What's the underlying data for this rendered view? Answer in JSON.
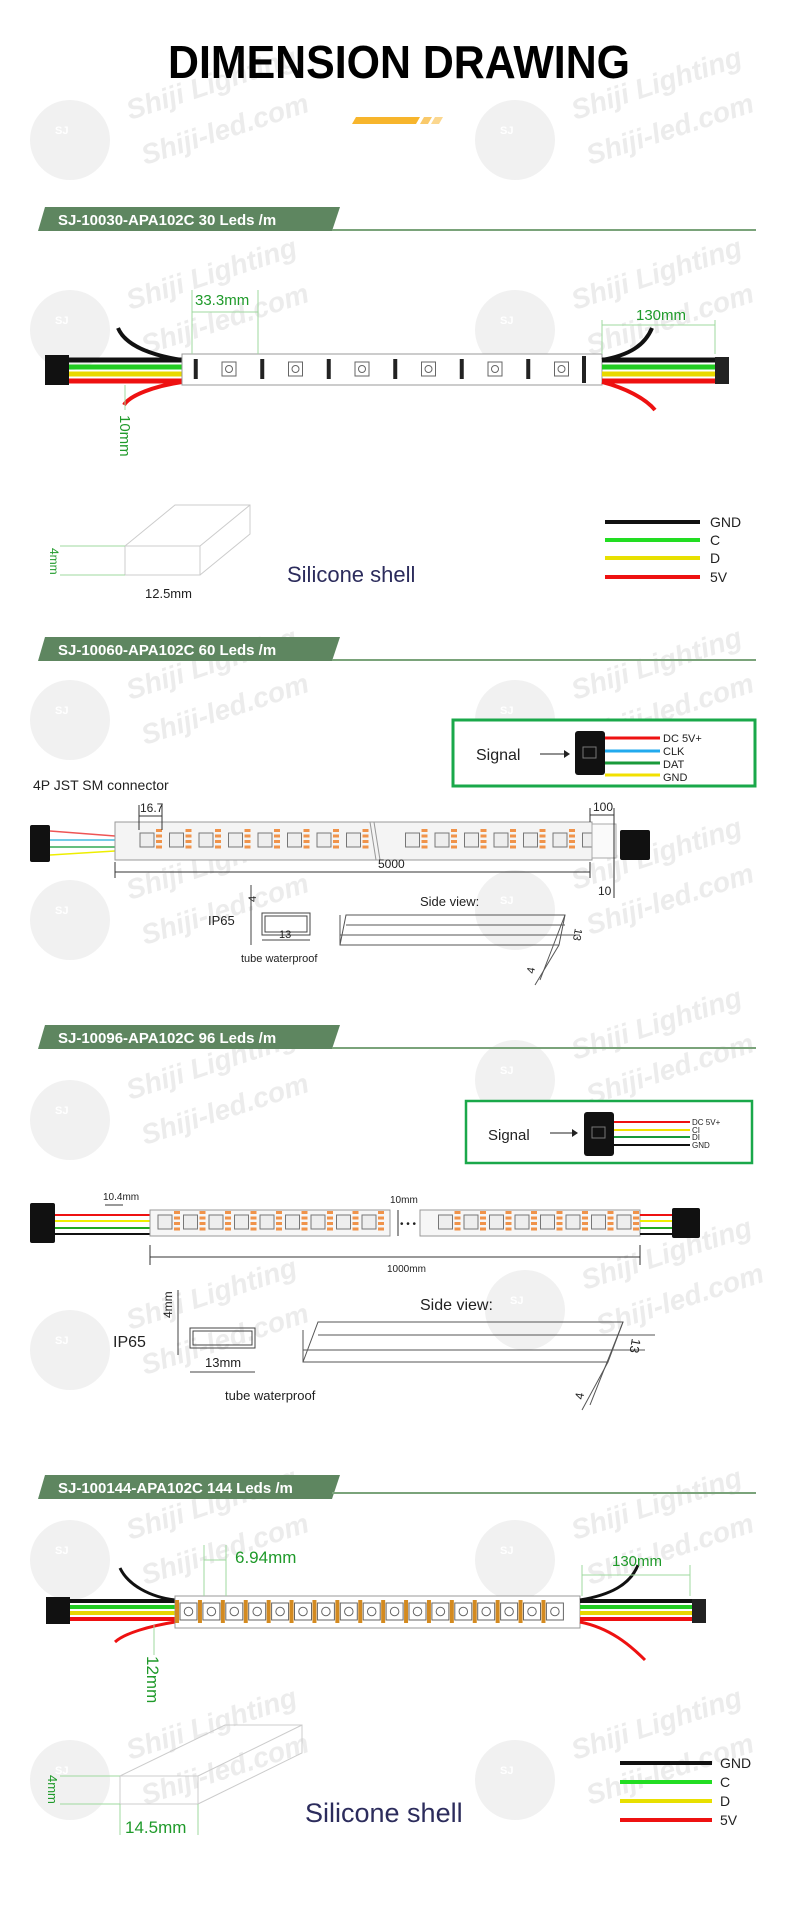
{
  "title": "DIMENSION DRAWING",
  "colors": {
    "header_bg": "#5e8660",
    "header_line": "#7aa37a",
    "accent_orange": "#f7b52c",
    "signal_box": "#1aa84a",
    "dim_green": "#1f9a2a"
  },
  "watermark": {
    "line1": "Shiji Lighting",
    "line2": "Shiji-led.com",
    "logo": "SJ"
  },
  "sections": [
    {
      "header": "SJ-10030-APA102C 30 Leds /m",
      "pitch": "33.3mm",
      "lead": "130mm",
      "width": "10mm",
      "shell_width": "12.5mm",
      "shell_height": "4mm",
      "shell_label": "Silicone shell",
      "legend": [
        "GND",
        "C",
        "D",
        "5V"
      ]
    },
    {
      "header": "SJ-10060-APA102C 60 Leds /m",
      "connector_label": "4P JST SM  connector",
      "signal": {
        "label": "Signal",
        "pins": [
          "DC 5V+",
          "CLK",
          "DAT",
          "GND"
        ]
      },
      "pitch": "16.7",
      "length": "5000",
      "lead": "100",
      "offset": "10",
      "ip": "IP65",
      "tube_h": "4",
      "tube_w": "13",
      "tube_label": "tube  waterproof",
      "side_label": "Side view:",
      "side_w": "13",
      "side_h": "4"
    },
    {
      "header": "SJ-10096-APA102C 96 Leds /m",
      "signal": {
        "label": "Signal",
        "pins": [
          "DC 5V+",
          "CI",
          "DI",
          "GND"
        ]
      },
      "pitch": "10.4mm",
      "width": "10mm",
      "ellipsis": "• • •",
      "length": "1000mm",
      "ip": "IP65",
      "tube_h": "4mm",
      "tube_w": "13mm",
      "tube_label": "tube  waterproof",
      "side_label": "Side view:",
      "side_w": "13",
      "side_h": "4"
    },
    {
      "header": "SJ-100144-APA102C 144 Leds /m",
      "pitch": "6.94mm",
      "lead": "130mm",
      "width": "12mm",
      "shell_width": "14.5mm",
      "shell_height": "4mm",
      "shell_label": "Silicone shell",
      "legend": [
        "GND",
        "C",
        "D",
        "5V"
      ]
    }
  ]
}
